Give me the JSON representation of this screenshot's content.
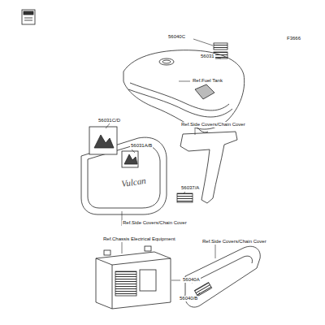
{
  "diagram": {
    "labels": [
      "F3666",
      "56040C",
      "56031",
      "Ref.Fuel Tank",
      "56031C/D",
      "56031A/B",
      "Ref.Side Covers/Chain Cover",
      "56037/A",
      "Ref.Side Covers/Chain Cover",
      "Ref.Chassis Electrical Equipment",
      "56040A",
      "Ref.Side Covers/Chain Cover",
      "56040/B"
    ]
  }
}
